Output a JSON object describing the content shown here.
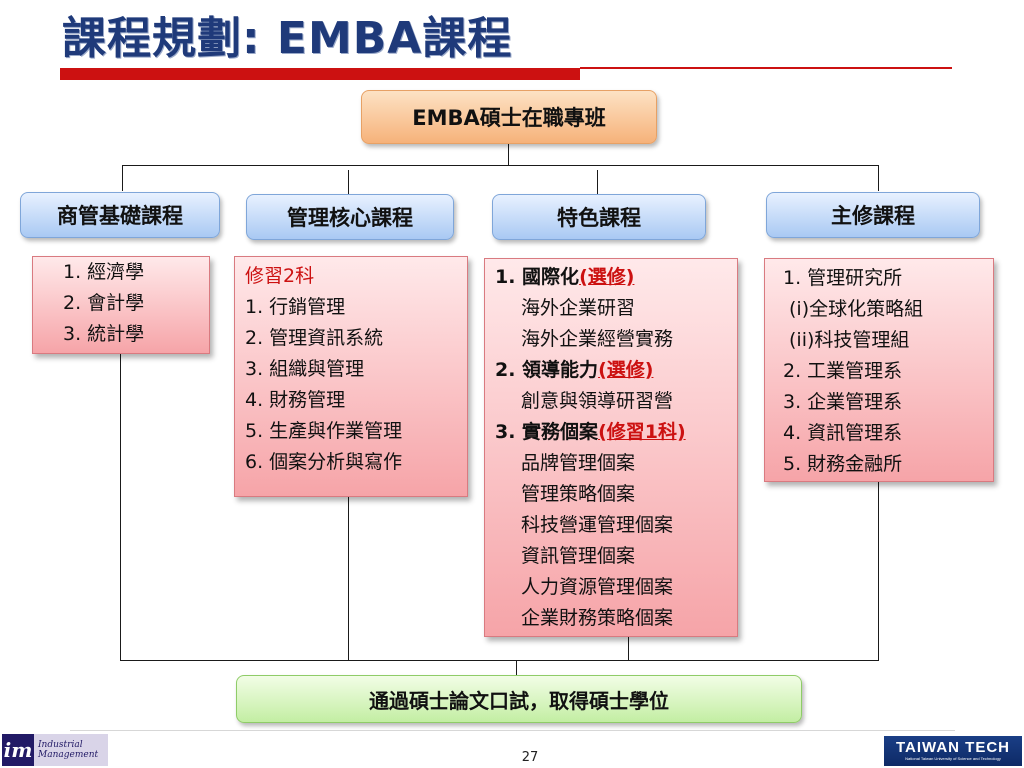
{
  "title": "課程規劃: EMBA課程",
  "program": "EMBA碩士在職專班",
  "categories": [
    {
      "label": "商管基礎課程",
      "items": [
        "1. 經濟學",
        "2. 會計學",
        "3. 統計學"
      ]
    },
    {
      "label": "管理核心課程",
      "note": "修習2科",
      "items": [
        "1. 行銷管理",
        "2. 管理資訊系統",
        "3. 組織與管理",
        "4. 財務管理",
        "5. 生產與作業管理",
        "6. 個案分析與寫作"
      ]
    },
    {
      "label": "特色課程",
      "groups": [
        {
          "heading": "1. 國際化",
          "tag": "(選修)",
          "items": [
            "海外企業研習",
            "海外企業經營實務"
          ]
        },
        {
          "heading": "2. 領導能力",
          "tag": "(選修)",
          "items": [
            "創意與領導研習營"
          ]
        },
        {
          "heading": "3. 實務個案",
          "tag": "(修習1科)",
          "items": [
            "品牌管理個案",
            "管理策略個案",
            "科技營運管理個案",
            "資訊管理個案",
            "人力資源管理個案",
            "企業財務策略個案"
          ]
        }
      ]
    },
    {
      "label": "主修課程",
      "items": [
        "1. 管理研究所",
        "(i)全球化策略組",
        "(ii)科技管理組",
        "2. 工業管理系",
        "3. 企業管理系",
        "4. 資訊管理系",
        "5. 財務金融所"
      ]
    }
  ],
  "outcome": "通過碩士論文口試，取得碩士學位",
  "footer": {
    "left_logo": {
      "mark": "im",
      "line1": "Industrial",
      "line2": "Management"
    },
    "page_number": "27",
    "right_logo": {
      "name": "TAIWAN TECH",
      "subtitle": "National Taiwan University of Science and Technology"
    }
  },
  "colors": {
    "title": "#1f3a7a",
    "title_bar": "#cc1111",
    "top_node": "#f6b27a",
    "category_node": "#a9c9f3",
    "content_box": "#f6a4a8",
    "outcome_node": "#c3eea3",
    "emphasis": "#cc1111"
  }
}
